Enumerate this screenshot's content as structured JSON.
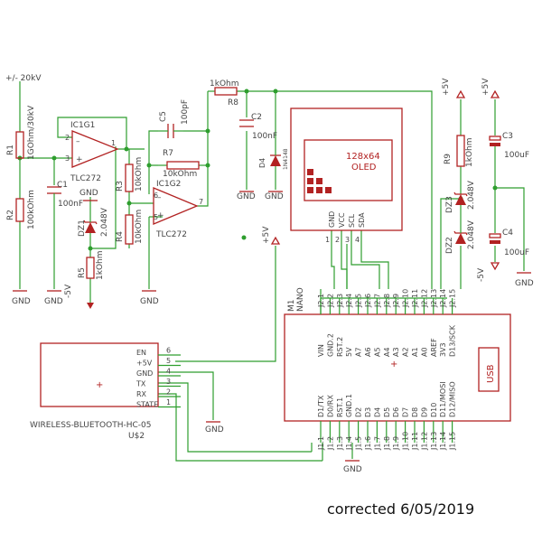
{
  "supply": {
    "hv": "+/- 20kV",
    "p5v": "+5V",
    "m5v": "-5V",
    "gnd": "GND"
  },
  "components": {
    "R1": {
      "ref": "R1",
      "value": "1GOhm/30kV"
    },
    "R2": {
      "ref": "R2",
      "value": "100kOhm"
    },
    "C1": {
      "ref": "C1",
      "value": "100nF"
    },
    "IC1G1": {
      "ref": "IC1G1",
      "part": "TLC272"
    },
    "DZ1": {
      "ref": "DZ1",
      "value": "2.048V"
    },
    "R5": {
      "ref": "R5",
      "value": "1kOhm"
    },
    "C5": {
      "ref": "C5",
      "value": "100pF"
    },
    "R7": {
      "ref": "R7",
      "value": "10kOhm"
    },
    "R3": {
      "ref": "R3",
      "value": "10kOhm"
    },
    "R4": {
      "ref": "R4",
      "value": "10kOhm"
    },
    "IC1G2": {
      "ref": "IC1G2",
      "part": "TLC272"
    },
    "R8": {
      "ref": "R8",
      "value": "1kOhm"
    },
    "C2": {
      "ref": "C2",
      "value": "100nF"
    },
    "D4": {
      "ref": "D4",
      "value": "1N4148"
    },
    "R9": {
      "ref": "R9",
      "value": "1kOhm"
    },
    "DZ3": {
      "ref": "DZ3",
      "value": "2.048V"
    },
    "DZ2": {
      "ref": "DZ2",
      "value": "2.048V"
    },
    "C3": {
      "ref": "C3",
      "value": "100uF"
    },
    "C4": {
      "ref": "C4",
      "value": "100uF"
    }
  },
  "oled": {
    "title": "128x64",
    "subtitle": "OLED",
    "pins": [
      "GND",
      "VCC",
      "SCL",
      "SDA"
    ],
    "pin_nums": [
      "1",
      "2",
      "3",
      "4"
    ]
  },
  "nano": {
    "ref": "M1",
    "name": "NANO",
    "top_pins": [
      "J2.1",
      "J2.2",
      "J2.3",
      "J2.4",
      "J2.5",
      "J2.6",
      "J2.7",
      "J2.8",
      "J2.9",
      "J2.10",
      "J2.11",
      "J2.12",
      "J2.13",
      "J2.14",
      "J2.15"
    ],
    "top_labels": [
      "VIN",
      "GND.2",
      "RST.2",
      "5V",
      "A7",
      "A6",
      "A5",
      "A4",
      "A3",
      "A2",
      "A1",
      "A0",
      "AREF",
      "3V3",
      "D13/SCK"
    ],
    "bottom_labels": [
      "D1/TX",
      "D0/RX",
      "RST.1",
      "GND.1",
      "D2",
      "D3",
      "D4",
      "D5",
      "D6",
      "D7",
      "D8",
      "D9",
      "D10",
      "D11/MOSI",
      "D12/MISO"
    ],
    "bottom_pins": [
      "J1.1",
      "J1.2",
      "J1.3",
      "J1.4",
      "J1.5",
      "J1.6",
      "J1.7",
      "J1.8",
      "J1.9",
      "J1.10",
      "J1.11",
      "J1.12",
      "J1.13",
      "J1.14",
      "J1.15"
    ],
    "usb": "USB"
  },
  "bluetooth": {
    "name": "WIRELESS-BLUETOOTH-HC-05",
    "ref": "U$2",
    "pins": [
      "EN",
      "+5V",
      "GND",
      "TX",
      "RX",
      "STATE"
    ],
    "pin_nums": [
      "6",
      "5",
      "4",
      "3",
      "2",
      "1"
    ]
  },
  "note": "corrected 6/05/2019"
}
